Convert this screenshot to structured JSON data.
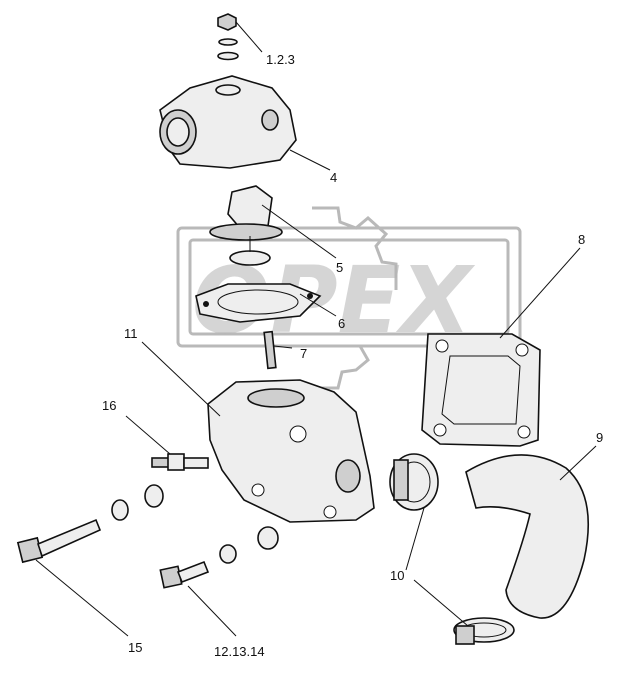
{
  "diagram": {
    "watermark": "OPEX",
    "callouts": [
      {
        "id": "c1",
        "text": "1.2.3"
      },
      {
        "id": "c4",
        "text": "4"
      },
      {
        "id": "c5",
        "text": "5"
      },
      {
        "id": "c6",
        "text": "6"
      },
      {
        "id": "c7",
        "text": "7"
      },
      {
        "id": "c8",
        "text": "8"
      },
      {
        "id": "c9",
        "text": "9"
      },
      {
        "id": "c10",
        "text": "10"
      },
      {
        "id": "c11",
        "text": "11"
      },
      {
        "id": "c12",
        "text": "12.13.14"
      },
      {
        "id": "c15",
        "text": "15"
      },
      {
        "id": "c16",
        "text": "16"
      }
    ]
  }
}
